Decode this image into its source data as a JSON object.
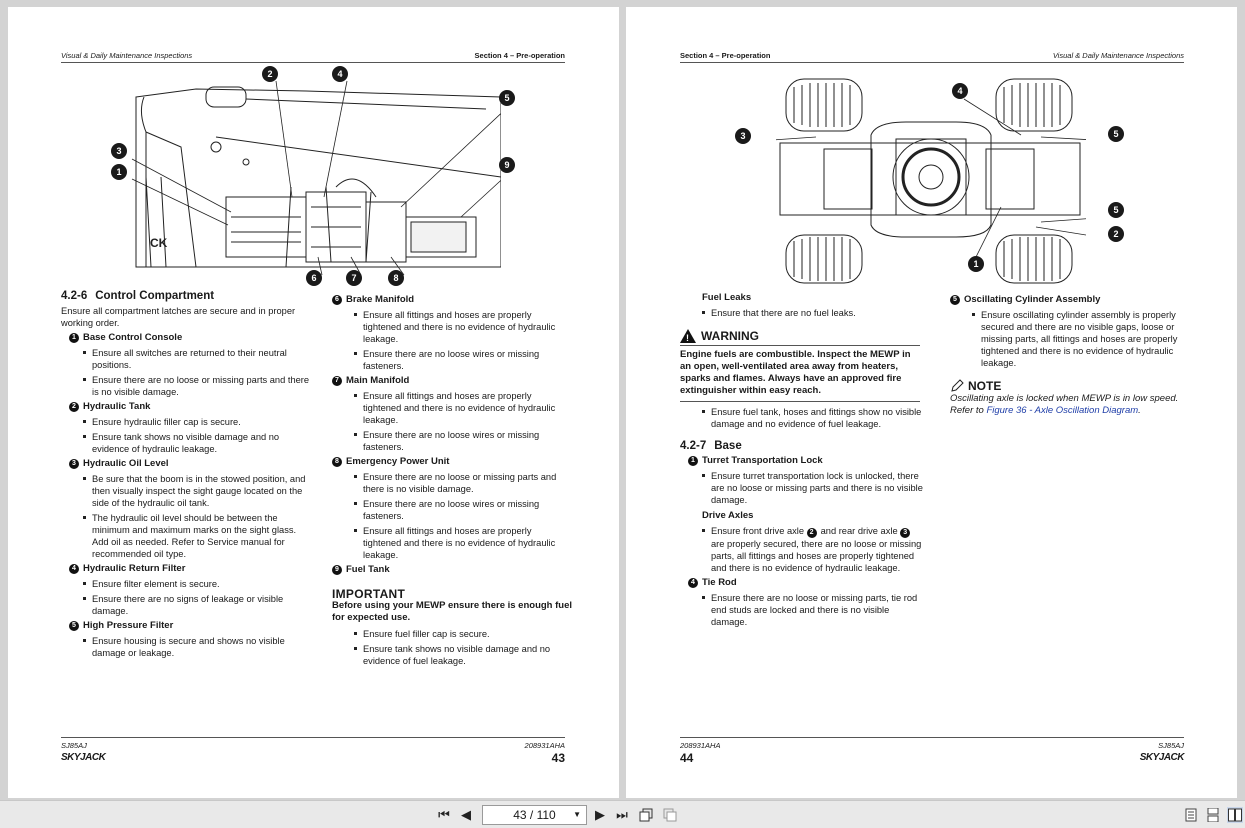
{
  "left_page": {
    "header_left": "Visual & Daily Maintenance Inspections",
    "header_right": "Section 4 – Pre-operation",
    "callouts": [
      "1",
      "2",
      "3",
      "4",
      "5",
      "6",
      "7",
      "8",
      "9"
    ],
    "heading_num": "4.2-6",
    "heading_text": "Control Compartment",
    "intro": "Ensure all compartment latches are secure and in proper working order.",
    "col1": [
      {
        "badge": "1",
        "title": "Base Control Console",
        "bullets": [
          "Ensure all switches are returned to their neutral positions.",
          "Ensure there are no loose or missing parts and there is no visible damage."
        ]
      },
      {
        "badge": "2",
        "title": "Hydraulic Tank",
        "bullets": [
          "Ensure hydraulic filler cap is secure.",
          "Ensure tank shows no visible damage and no evidence of hydraulic leakage."
        ]
      },
      {
        "badge": "3",
        "title": "Hydraulic Oil Level",
        "bullets": [
          "Be sure that the boom is in the stowed position, and then visually inspect the sight gauge located on the side of the hydraulic oil tank.",
          "The hydraulic oil level should be between the minimum and maximum marks on the sight glass. Add oil as needed. Refer to Service manual for recommended oil type."
        ]
      },
      {
        "badge": "4",
        "title": "Hydraulic Return Filter",
        "bullets": [
          "Ensure filter element is secure.",
          "Ensure there are no signs of leakage or visible damage."
        ]
      },
      {
        "badge": "5",
        "title": "High Pressure Filter",
        "bullets": [
          "Ensure housing is secure and shows no visible damage or leakage."
        ]
      }
    ],
    "col2": [
      {
        "badge": "6",
        "title": "Brake Manifold",
        "bullets": [
          "Ensure all fittings and hoses are properly tightened and there is no evidence of hydraulic leakage.",
          "Ensure there are no loose wires or missing fasteners."
        ]
      },
      {
        "badge": "7",
        "title": "Main Manifold",
        "bullets": [
          "Ensure all fittings and hoses are properly tightened and there is no evidence of hydraulic leakage.",
          "Ensure there are no loose wires or missing fasteners."
        ]
      },
      {
        "badge": "8",
        "title": "Emergency Power Unit",
        "bullets": [
          "Ensure there are no loose or missing parts and there is no visible damage.",
          "Ensure there are no loose wires or missing fasteners.",
          "Ensure all fittings and hoses are properly tightened and there is no evidence of hydraulic leakage."
        ]
      },
      {
        "badge": "9",
        "title": "Fuel Tank",
        "bullets": []
      }
    ],
    "important_title": "IMPORTANT",
    "important_text": "Before using your MEWP ensure there is enough fuel for expected use.",
    "important_bullets": [
      "Ensure fuel filler cap is secure.",
      "Ensure tank shows no visible damage and no evidence of fuel leakage."
    ],
    "footer_model": "SJ85AJ",
    "footer_doc": "208931AHA",
    "footer_page": "43",
    "logo": "SKYJACK"
  },
  "right_page": {
    "header_left": "Section 4 – Pre-operation",
    "header_right": "Visual & Daily Maintenance Inspections",
    "callouts": [
      "1",
      "2",
      "3",
      "4",
      "5",
      "5"
    ],
    "fuel_leaks_title": "Fuel Leaks",
    "fuel_leaks_bullets": [
      "Ensure that there are no fuel leaks."
    ],
    "warning_title": "WARNING",
    "warning_text": "Engine fuels are combustible. Inspect the MEWP in an open, well-ventilated area away from heaters, sparks and flames. Always have an approved fire extinguisher within easy reach.",
    "warning_bullets": [
      "Ensure fuel tank, hoses and fittings show no visible damage and no evidence of fuel leakage."
    ],
    "heading_num": "4.2-7",
    "heading_text": "Base",
    "turret_badge": "1",
    "turret_title": "Turret Transportation Lock",
    "turret_bullets": [
      "Ensure turret transportation lock is unlocked, there are no loose or missing parts and there is no visible damage."
    ],
    "axles_title": "Drive Axles",
    "axles_text_a": "Ensure front drive axle",
    "axles_badge_a": "2",
    "axles_text_b": "and rear drive axle",
    "axles_badge_b": "3",
    "axles_text_c": "are properly secured, there are no loose or missing parts, all fittings and hoses are properly tightened and there is no evidence of hydraulic leakage.",
    "tie_badge": "4",
    "tie_title": "Tie Rod",
    "tie_bullets": [
      "Ensure there are no loose or missing parts, tie rod end studs are locked and there is no visible damage."
    ],
    "osc_badge": "5",
    "osc_title": "Oscillating Cylinder Assembly",
    "osc_bullets": [
      "Ensure oscillating cylinder assembly is properly secured and there are no visible gaps, loose or missing parts, all fittings and hoses are properly tightened and there is no evidence of hydraulic leakage."
    ],
    "note_title": "NOTE",
    "note_text": "Oscillating axle is locked when MEWP is in low speed. Refer to",
    "note_link": "Figure 36 - Axle Oscillation Diagram",
    "note_end": ".",
    "footer_model": "SJ85AJ",
    "footer_doc": "208931AHA",
    "footer_page": "44",
    "logo": "SKYJACK"
  },
  "toolbar": {
    "page_display": "43 / 110",
    "first_icon": "first-page-icon",
    "prev_icon": "prev-page-icon",
    "next_icon": "next-page-icon",
    "last_icon": "last-page-icon"
  }
}
